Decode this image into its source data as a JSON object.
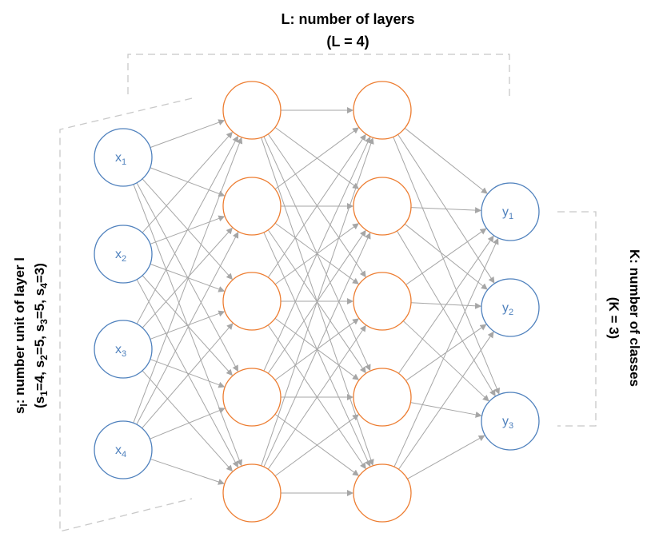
{
  "title": {
    "line1": "L: number of layers",
    "line2": "(L = 4)"
  },
  "left_label": {
    "line1_main": "s",
    "line1_sub": "l",
    "line1_rest": ": number unit of layer l",
    "line2_parts": [
      {
        "t": "(s",
        "sub": false
      },
      {
        "t": "1",
        "sub": true
      },
      {
        "t": "=4, s",
        "sub": false
      },
      {
        "t": "2",
        "sub": true
      },
      {
        "t": "=5, s",
        "sub": false
      },
      {
        "t": "3",
        "sub": true
      },
      {
        "t": "=5, s",
        "sub": false
      },
      {
        "t": "4",
        "sub": true
      },
      {
        "t": "=3)",
        "sub": false
      }
    ]
  },
  "right_label": {
    "line1": "K: number of classes",
    "line2": "(K = 3)"
  },
  "colors": {
    "input_node": "#4f81bd",
    "hidden_node": "#ed7d31",
    "output_node": "#4f81bd",
    "edge": "#a6a6a6",
    "bracket": "#c8c8c8"
  },
  "layers": [
    {
      "name": "input",
      "nodes": [
        {
          "label": "x",
          "sub": "1"
        },
        {
          "label": "x",
          "sub": "2"
        },
        {
          "label": "x",
          "sub": "3"
        },
        {
          "label": "x",
          "sub": "4"
        }
      ]
    },
    {
      "name": "hidden-1",
      "nodes": [
        {
          "label": "",
          "sub": ""
        },
        {
          "label": "",
          "sub": ""
        },
        {
          "label": "",
          "sub": ""
        },
        {
          "label": "",
          "sub": ""
        },
        {
          "label": "",
          "sub": ""
        }
      ]
    },
    {
      "name": "hidden-2",
      "nodes": [
        {
          "label": "",
          "sub": ""
        },
        {
          "label": "",
          "sub": ""
        },
        {
          "label": "",
          "sub": ""
        },
        {
          "label": "",
          "sub": ""
        },
        {
          "label": "",
          "sub": ""
        }
      ]
    },
    {
      "name": "output",
      "nodes": [
        {
          "label": "y",
          "sub": "1"
        },
        {
          "label": "y",
          "sub": "2"
        },
        {
          "label": "y",
          "sub": "3"
        }
      ]
    }
  ]
}
